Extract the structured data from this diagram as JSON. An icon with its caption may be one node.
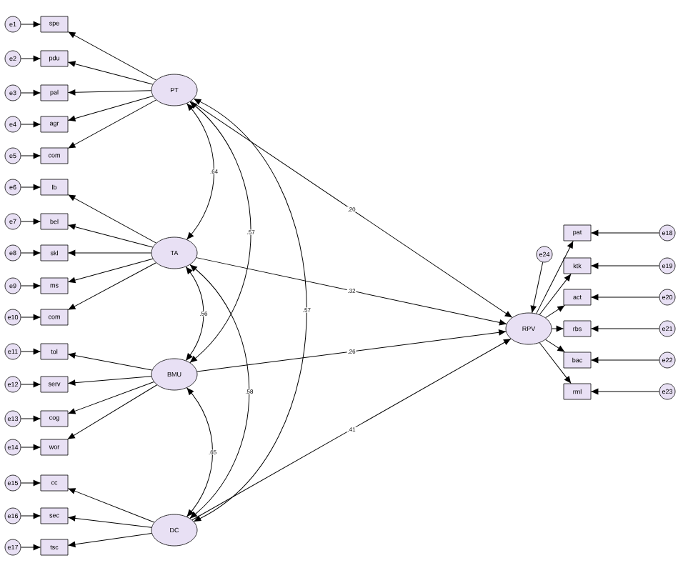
{
  "diagram": {
    "nodes": [
      {
        "text": [
          "e1"
        ]
      },
      {
        "text": [
          "e2"
        ]
      },
      {
        "text": [
          "e3"
        ]
      },
      {
        "text": [
          "e4"
        ]
      },
      {
        "text": [
          "e5"
        ]
      },
      {
        "text": [
          "e6"
        ]
      },
      {
        "text": [
          "e7"
        ]
      },
      {
        "text": [
          "e8"
        ]
      },
      {
        "text": [
          "e9"
        ]
      },
      {
        "text": [
          "e10"
        ]
      },
      {
        "text": [
          "e11"
        ]
      },
      {
        "text": [
          "e12"
        ]
      },
      {
        "text": [
          "e13"
        ]
      },
      {
        "text": [
          "e14"
        ]
      },
      {
        "text": [
          "e15"
        ]
      },
      {
        "text": [
          "e16"
        ]
      },
      {
        "text": [
          "e17"
        ]
      },
      {
        "text": [
          "spe"
        ]
      },
      {
        "text": [
          "pdu"
        ]
      },
      {
        "text": [
          "pal"
        ]
      },
      {
        "text": [
          "agr"
        ]
      },
      {
        "text": [
          "com"
        ]
      },
      {
        "text": [
          "lb"
        ]
      },
      {
        "text": [
          "bel"
        ]
      },
      {
        "text": [
          "skl"
        ]
      },
      {
        "text": [
          "ms"
        ]
      },
      {
        "text": [
          "com"
        ]
      },
      {
        "text": [
          "tol"
        ]
      },
      {
        "text": [
          "serv"
        ]
      },
      {
        "text": [
          "cog"
        ]
      },
      {
        "text": [
          "wor"
        ]
      },
      {
        "text": [
          "cc"
        ]
      },
      {
        "text": [
          "sec"
        ]
      },
      {
        "text": [
          "tsc"
        ]
      },
      {
        "text": [
          "PT"
        ]
      },
      {
        "text": [
          "TA"
        ]
      },
      {
        "text": [
          "BMU"
        ]
      },
      {
        "text": [
          "DC"
        ]
      },
      {
        "text": [
          "e24"
        ]
      },
      {
        "text": [
          "RPV"
        ]
      },
      {
        "text": [
          "pat"
        ]
      },
      {
        "text": [
          "ktk"
        ]
      },
      {
        "text": [
          "act"
        ]
      },
      {
        "text": [
          "rbs"
        ]
      },
      {
        "text": [
          "bac"
        ]
      },
      {
        "text": [
          "rml"
        ]
      },
      {
        "text": [
          "e18"
        ]
      },
      {
        "text": [
          "e19"
        ]
      },
      {
        "text": [
          "e20"
        ]
      },
      {
        "text": [
          "e21"
        ]
      },
      {
        "text": [
          "e22"
        ]
      },
      {
        "text": [
          "e23"
        ]
      }
    ],
    "edges": [
      {
        "from": 0,
        "to": 17,
        "arrow": "to"
      },
      {
        "from": 1,
        "to": 18,
        "arrow": "to"
      },
      {
        "from": 2,
        "to": 19,
        "arrow": "to"
      },
      {
        "from": 3,
        "to": 20,
        "arrow": "to"
      },
      {
        "from": 4,
        "to": 21,
        "arrow": "to"
      },
      {
        "from": 5,
        "to": 22,
        "arrow": "to"
      },
      {
        "from": 6,
        "to": 23,
        "arrow": "to"
      },
      {
        "from": 7,
        "to": 24,
        "arrow": "to"
      },
      {
        "from": 8,
        "to": 25,
        "arrow": "to"
      },
      {
        "from": 9,
        "to": 26,
        "arrow": "to"
      },
      {
        "from": 10,
        "to": 27,
        "arrow": "to"
      },
      {
        "from": 11,
        "to": 28,
        "arrow": "to"
      },
      {
        "from": 12,
        "to": 29,
        "arrow": "to"
      },
      {
        "from": 13,
        "to": 30,
        "arrow": "to"
      },
      {
        "from": 14,
        "to": 31,
        "arrow": "to"
      },
      {
        "from": 15,
        "to": 32,
        "arrow": "to"
      },
      {
        "from": 16,
        "to": 33,
        "arrow": "to"
      },
      {
        "from": 34,
        "to": 17,
        "arrow": "to"
      },
      {
        "from": 34,
        "to": 18,
        "arrow": "to"
      },
      {
        "from": 34,
        "to": 19,
        "arrow": "to"
      },
      {
        "from": 34,
        "to": 20,
        "arrow": "to"
      },
      {
        "from": 34,
        "to": 21,
        "arrow": "to"
      },
      {
        "from": 35,
        "to": 22,
        "arrow": "to"
      },
      {
        "from": 35,
        "to": 23,
        "arrow": "to"
      },
      {
        "from": 35,
        "to": 24,
        "arrow": "to"
      },
      {
        "from": 35,
        "to": 25,
        "arrow": "to"
      },
      {
        "from": 35,
        "to": 26,
        "arrow": "to"
      },
      {
        "from": 36,
        "to": 27,
        "arrow": "to"
      },
      {
        "from": 36,
        "to": 28,
        "arrow": "to"
      },
      {
        "from": 36,
        "to": 29,
        "arrow": "to"
      },
      {
        "from": 36,
        "to": 30,
        "arrow": "to"
      },
      {
        "from": 37,
        "to": 31,
        "arrow": "to"
      },
      {
        "from": 37,
        "to": 32,
        "arrow": "to"
      },
      {
        "from": 37,
        "to": 33,
        "arrow": "to"
      },
      {
        "from": 34,
        "to": 35,
        "arrow": "both",
        "label": ".64"
      },
      {
        "from": 34,
        "to": 36,
        "arrow": "both",
        "label": ".57"
      },
      {
        "from": 34,
        "to": 37,
        "arrow": "both",
        "label": ".57"
      },
      {
        "from": 35,
        "to": 36,
        "arrow": "both",
        "label": ".56"
      },
      {
        "from": 35,
        "to": 37,
        "arrow": "both",
        "label": ".58"
      },
      {
        "from": 36,
        "to": 37,
        "arrow": "both",
        "label": ".65"
      },
      {
        "from": 34,
        "to": 39,
        "arrow": "to",
        "label": ".20"
      },
      {
        "from": 35,
        "to": 39,
        "arrow": "to",
        "label": ".32"
      },
      {
        "from": 36,
        "to": 39,
        "arrow": "to",
        "label": ".26"
      },
      {
        "from": 37,
        "to": 39,
        "arrow": "to",
        "label": ".41"
      },
      {
        "from": 38,
        "to": 39,
        "arrow": "to"
      },
      {
        "from": 39,
        "to": 40,
        "arrow": "to"
      },
      {
        "from": 39,
        "to": 41,
        "arrow": "to"
      },
      {
        "from": 39,
        "to": 42,
        "arrow": "to"
      },
      {
        "from": 39,
        "to": 43,
        "arrow": "to"
      },
      {
        "from": 39,
        "to": 44,
        "arrow": "to"
      },
      {
        "from": 39,
        "to": 45,
        "arrow": "to"
      },
      {
        "from": 46,
        "to": 40,
        "arrow": "to"
      },
      {
        "from": 47,
        "to": 41,
        "arrow": "to"
      },
      {
        "from": 48,
        "to": 42,
        "arrow": "to"
      },
      {
        "from": 49,
        "to": 43,
        "arrow": "to"
      },
      {
        "from": 50,
        "to": 44,
        "arrow": "to"
      },
      {
        "from": 51,
        "to": 45,
        "arrow": "to"
      }
    ]
  }
}
